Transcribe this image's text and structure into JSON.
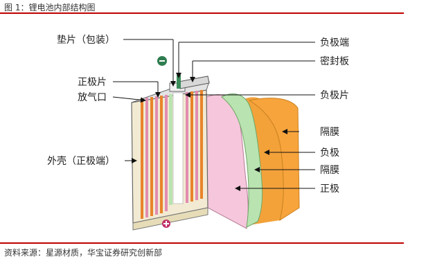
{
  "figure": {
    "title": "图 1：锂电池内部结构图",
    "source": "资料来源：星源材质，华宝证券研究创新部"
  },
  "labels": {
    "left": {
      "gasket": "垫片（包装）",
      "positive_tab": "正极片",
      "vent": "放气口",
      "casing": "外壳（正极端）"
    },
    "right": {
      "negative_terminal": "负极端",
      "sealing_plate": "密封板",
      "negative_tab": "负极片",
      "separator_1": "隔膜",
      "anode": "负极",
      "separator_2": "隔膜",
      "cathode": "正极"
    }
  },
  "colors": {
    "rule": "#c00000",
    "cathode_pink": "#f5c6dc",
    "separator_orange": "#f3a23a",
    "anode_green": "#b9e3b0",
    "minus_sign": "#2f7d4f",
    "plus_sign": "#c0306a"
  },
  "symbols": {
    "minus": "−",
    "plus": "+"
  }
}
